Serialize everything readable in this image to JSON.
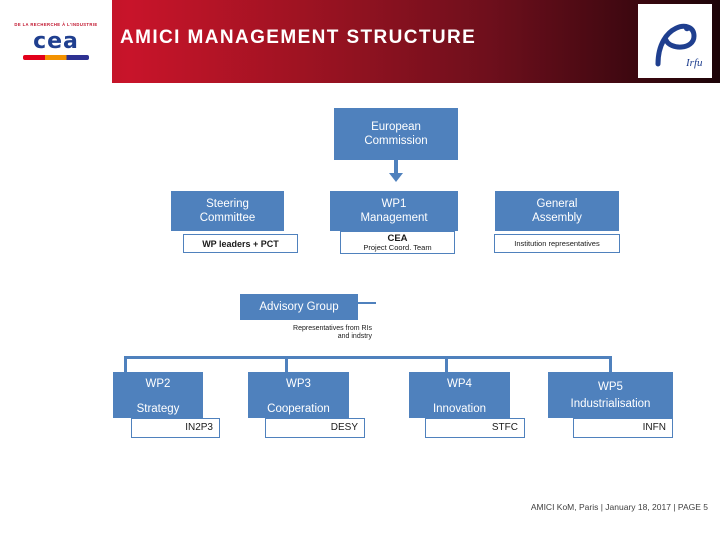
{
  "header": {
    "title": "AMICI  MANAGEMENT  STRUCTURE",
    "logo_tagline": "DE LA RECHERCHE À L'INDUSTRIE",
    "logo_text": "cea",
    "right_logo_name": "irfu-logo",
    "right_logo_caption": "Irfu"
  },
  "diagram": {
    "european_commission": {
      "label": "European\nCommission",
      "line1": "European",
      "line2": "Commission"
    },
    "steering_committee": {
      "line1": "Steering",
      "line2": "Committee",
      "sub": "WP leaders + PCT"
    },
    "wp1": {
      "line1": "WP1",
      "line2": "Management",
      "sub_bold": "CEA",
      "sub_small": "Project Coord. Team"
    },
    "general_assembly": {
      "line1": "General",
      "line2": "Assembly",
      "sub": "Institution representatives"
    },
    "advisory_group": {
      "label": "Advisory Group",
      "sub_line1": "Representatives from RIs",
      "sub_line2": "and indstry"
    },
    "workpackages": [
      {
        "code": "WP2",
        "name": "Strategy",
        "partner": "IN2P3"
      },
      {
        "code": "WP3",
        "name": "Cooperation",
        "partner": "DESY"
      },
      {
        "code": "WP4",
        "name": "Innovation",
        "partner": "STFC"
      },
      {
        "code": "WP5",
        "name": "Industrialisation",
        "partner": "INFN"
      }
    ],
    "colors": {
      "box_fill": "#4f81bd",
      "box_text": "#ffffff",
      "label_border": "#4f81bd"
    }
  },
  "footer": {
    "text": "AMICI KoM, Paris | January 18, 2017 |",
    "page": "PAGE 5"
  }
}
